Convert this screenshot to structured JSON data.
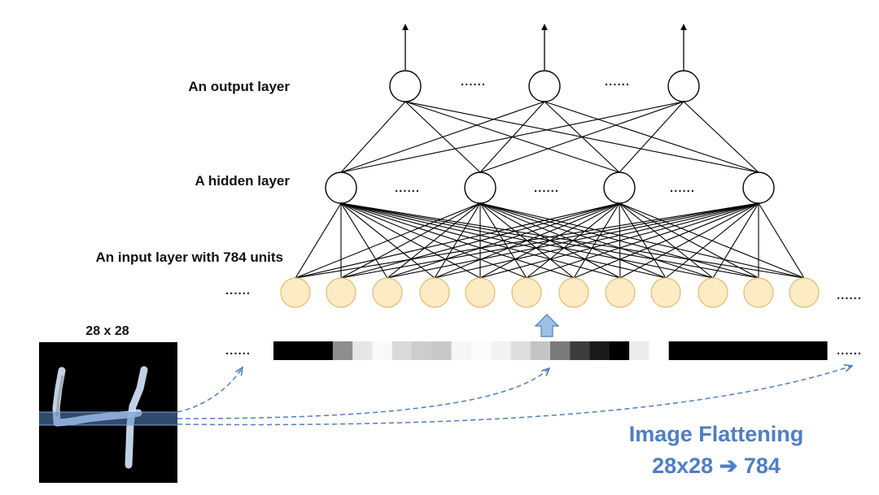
{
  "labels": {
    "output_layer": "An output layer",
    "hidden_layer": "A hidden layer",
    "input_layer": "An input layer with 784 units",
    "image_size": "28 x 28",
    "flatten_title": "Image Flattening",
    "flatten_formula": "28x28 ➔ 784",
    "ellipsis": "......"
  },
  "network": {
    "output_units_shown": 3,
    "hidden_units_shown": 4,
    "input_units_shown": 12
  },
  "flattened_strip_gray_levels": [
    "#000000",
    "#000000",
    "#000000",
    "#8e8e8e",
    "#e6e6e6",
    "#f9f9f9",
    "#d9d9d9",
    "#cdcdcd",
    "#c8c8c8",
    "#f6f6f6",
    "#fbfbfb",
    "#f2f2f2",
    "#dedede",
    "#c4c4c4",
    "#7a7a7a",
    "#3d3d3d",
    "#1a1a1a",
    "#000000",
    "#ececec",
    "#ffffff",
    "#000000",
    "#000000",
    "#000000",
    "#000000",
    "#000000",
    "#000000",
    "#000000",
    "#000000"
  ],
  "colors": {
    "input_unit_fill": "#fdebc4",
    "input_unit_stroke": "#e7c27e",
    "flatten_arrow_fill": "#9cc3e6",
    "flatten_arrow_stroke": "#4a7ebb",
    "dashed_arrow": "#4f7ec6",
    "flatten_text": "#4f7ec6"
  }
}
